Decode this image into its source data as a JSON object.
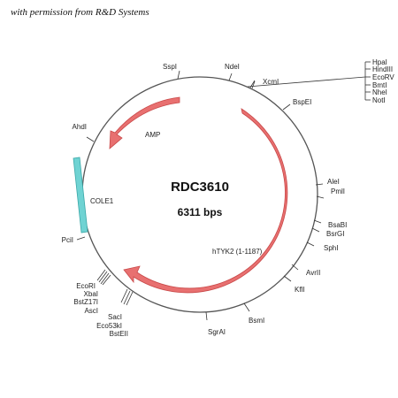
{
  "credit": "with permission from R&D Systems",
  "plasmid": {
    "name": "RDC3610",
    "size": "6311 bps"
  },
  "features": {
    "amp": "AMP",
    "cole1": "COLE1",
    "htyk2": "hTYK2 (1-1187)"
  },
  "sites": {
    "sspi": "SspI",
    "ndei": "NdeI",
    "xcmi": "XcmI",
    "bspei": "BspEI",
    "alei": "AleI",
    "pmli": "PmlI",
    "bsabi": "BsaBI",
    "bsrgi": "BsrGI",
    "sphi": "SphI",
    "avrii": "AvrII",
    "kfli": "KflI",
    "bsmi": "BsmI",
    "sgrai": "SgrAI",
    "bsteii": "BstEII",
    "eco53ki": "Eco53kI",
    "saci": "SacI",
    "asci": "AscI",
    "bstz17i": "BstZ17I",
    "xbai": "XbaI",
    "ecori": "EcoRI",
    "pcii": "PciI",
    "ahdi": "AhdI"
  },
  "mcs": [
    "HpaI",
    "HindIII",
    "EcoRV",
    "BmtI",
    "NheI",
    "NotI"
  ],
  "colors": {
    "backbone": "#555555",
    "orf": "#e87070",
    "orf_stroke": "#c84848",
    "ori": "#6fd3d3",
    "ori_stroke": "#3aa8a8"
  }
}
